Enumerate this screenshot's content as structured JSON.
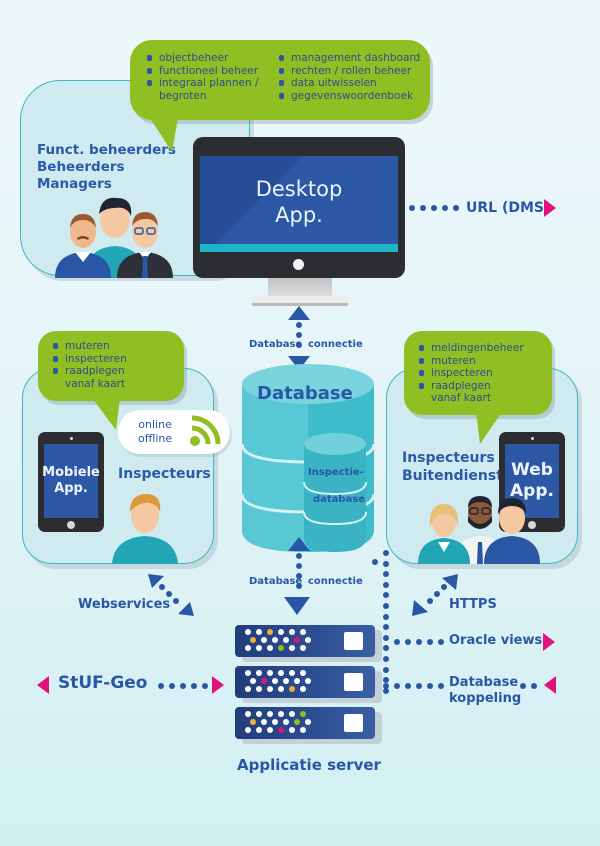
{
  "top_bubble": {
    "left_items": [
      {
        "text": "objectbeheer",
        "bullet": true
      },
      {
        "text": "functioneel beheer",
        "bullet": true
      },
      {
        "text": "integraal plannen /",
        "bullet": true
      },
      {
        "text": "begroten",
        "bullet": false
      }
    ],
    "right_items": [
      {
        "text": "management dashboard",
        "bullet": true
      },
      {
        "text": "rechten / rollen beheer",
        "bullet": true
      },
      {
        "text": "data uitwisselen",
        "bullet": true
      },
      {
        "text": "gegevenswoordenboek",
        "bullet": true
      }
    ]
  },
  "desktop_panel": {
    "roles": [
      "Funct. beheerders",
      "Beheerders",
      "Managers"
    ]
  },
  "desktop_app": {
    "line1": "Desktop",
    "line2": "App."
  },
  "url_link": {
    "label": "URL (DMS)"
  },
  "db_connection_top": {
    "left": "Database",
    "right": "connectie"
  },
  "mobile_bubble": {
    "items": [
      {
        "text": "muteren",
        "bullet": true
      },
      {
        "text": "inspecteren",
        "bullet": true
      },
      {
        "text": "raadplegen",
        "bullet": true
      },
      {
        "text": "vanaf kaart",
        "bullet": false
      }
    ]
  },
  "mobile_panel": {
    "role": "Inspecteurs",
    "app_line1": "Mobiele",
    "app_line2": "App.",
    "cloud_line1": "online",
    "cloud_line2": "offline"
  },
  "database": {
    "title": "Database",
    "sub_line1": "Inspectie-",
    "sub_line2": "database"
  },
  "web_bubble": {
    "items": [
      {
        "text": "meldingenbeheer",
        "bullet": true
      },
      {
        "text": "muteren",
        "bullet": true
      },
      {
        "text": "inspecteren",
        "bullet": true
      },
      {
        "text": "raadplegen",
        "bullet": true
      },
      {
        "text": "vanaf kaart",
        "bullet": false
      }
    ]
  },
  "web_panel": {
    "role_line1": "Inspecteurs",
    "role_line2": "Buitendienst",
    "app_line1": "Web",
    "app_line2": "App."
  },
  "db_connection_bottom": {
    "left": "Database",
    "right": "connectie"
  },
  "webservices": {
    "label": "Webservices"
  },
  "https": {
    "label": "HTTPS"
  },
  "oracle_views": {
    "label": "Oracle views"
  },
  "stuf_geo": {
    "label": "StUF-Geo"
  },
  "db_koppeling": {
    "line1": "Database",
    "line2": "koppeling"
  },
  "app_server": {
    "label": "Applicatie server"
  },
  "colors": {
    "green_bubble": "#8fbf22",
    "blue_text": "#2a56a6",
    "pink_arrow": "#e0137b",
    "panel_fill": "#cfebf0",
    "panel_border": "#3fb6c4",
    "screen_blue": "#2c58a6",
    "database_teal": "#5cc7d4"
  }
}
